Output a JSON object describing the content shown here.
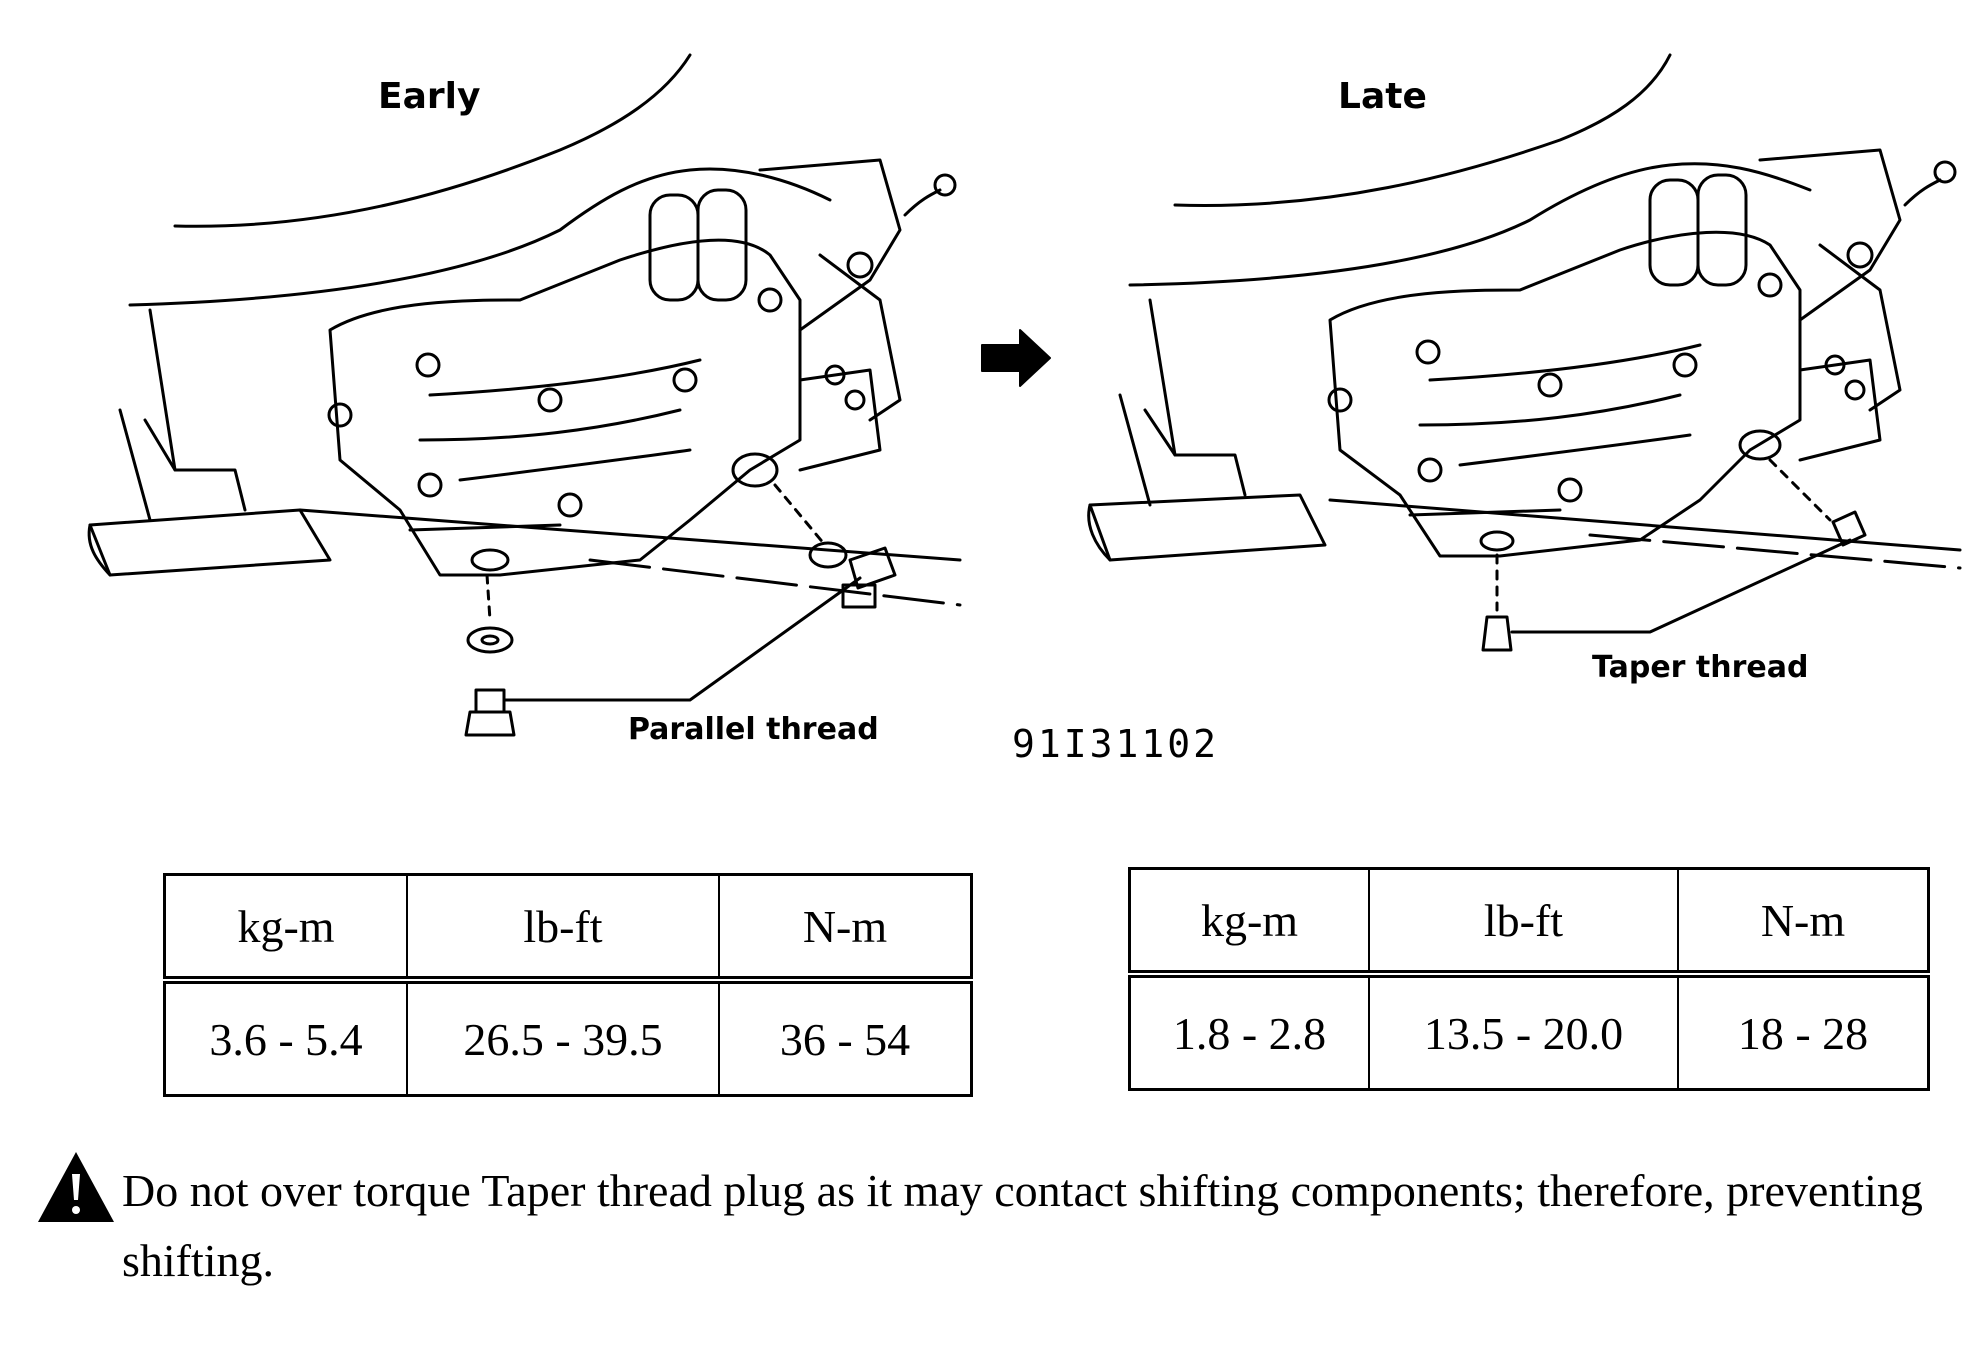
{
  "early_panel": {
    "title": "Early",
    "callout": "Parallel thread"
  },
  "late_panel": {
    "title": "Late",
    "callout": "Taper thread"
  },
  "transition_icon": "right-arrow-icon",
  "figure_code": "91I31102",
  "early_table": {
    "headers": [
      "kg-m",
      "lb-ft",
      "N-m"
    ],
    "values": [
      "3.6 - 5.4",
      "26.5 - 39.5",
      "36 - 54"
    ]
  },
  "late_table": {
    "headers": [
      "kg-m",
      "lb-ft",
      "N-m"
    ],
    "values": [
      "1.8 - 2.8",
      "13.5 - 20.0",
      "18 - 28"
    ]
  },
  "warning": {
    "icon": "warning-triangle-icon",
    "text": "Do not over torque Taper thread plug as it may contact shifting components; therefore, preventing shifting."
  }
}
